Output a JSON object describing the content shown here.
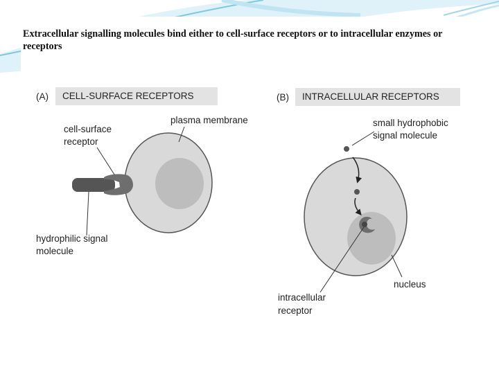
{
  "caption": "Extracellular signalling molecules bind either to cell-surface receptors or to intracellular enzymes or receptors",
  "panel_a": {
    "letter": "(A)",
    "title": "CELL-SURFACE RECEPTORS",
    "labels": {
      "plasma_membrane": "plasma membrane",
      "receptor_line1": "cell-surface",
      "receptor_line2": "receptor",
      "signal_line1": "hydrophilic signal",
      "signal_line2": "molecule"
    }
  },
  "panel_b": {
    "letter": "(B)",
    "title": "INTRACELLULAR RECEPTORS",
    "labels": {
      "small_line1": "small hydrophobic",
      "small_line2": "signal molecule",
      "nucleus": "nucleus",
      "intracellular_line1": "intracellular",
      "intracellular_line2": "receptor"
    }
  },
  "colors": {
    "cell_fill": "#d9d9d9",
    "nucleus_fill": "#bdbdbd",
    "molecule_fill": "#555555",
    "header_fill": "#e3e3e3",
    "swoosh": "#7ec8e3"
  }
}
